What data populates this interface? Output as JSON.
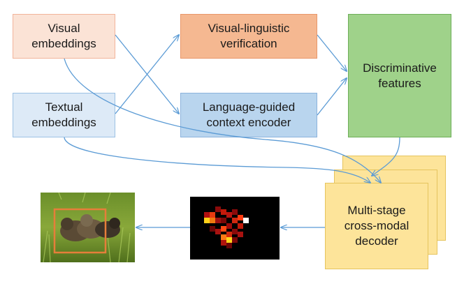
{
  "colors": {
    "visual_fill": "#fbe3d6",
    "visual_border": "#f2b49a",
    "textual_fill": "#ddeaf7",
    "textual_border": "#9cc1e4",
    "verification_fill": "#f5b891",
    "verification_border": "#e8976a",
    "encoder_fill": "#b9d5ee",
    "encoder_border": "#8cb3dc",
    "discriminative_fill": "#9fd28a",
    "discriminative_border": "#6dae58",
    "decoder_fill": "#fde49a",
    "decoder_border": "#e5c45e",
    "arrow": "#5b9bd5"
  },
  "nodes": {
    "visual_embeddings": "Visual\nembeddings",
    "textual_embeddings": "Textual\nembeddings",
    "visual_linguistic_verification": "Visual-linguistic\nverification",
    "language_guided_context_encoder": "Language-guided\ncontext encoder",
    "discriminative_features": "Discriminative\nfeatures",
    "multi_stage_decoder": "Multi-stage\ncross-modal\ndecoder"
  },
  "images": {
    "output_photo": "photo-with-bounding-box",
    "heatmap": "attention-heatmap"
  }
}
